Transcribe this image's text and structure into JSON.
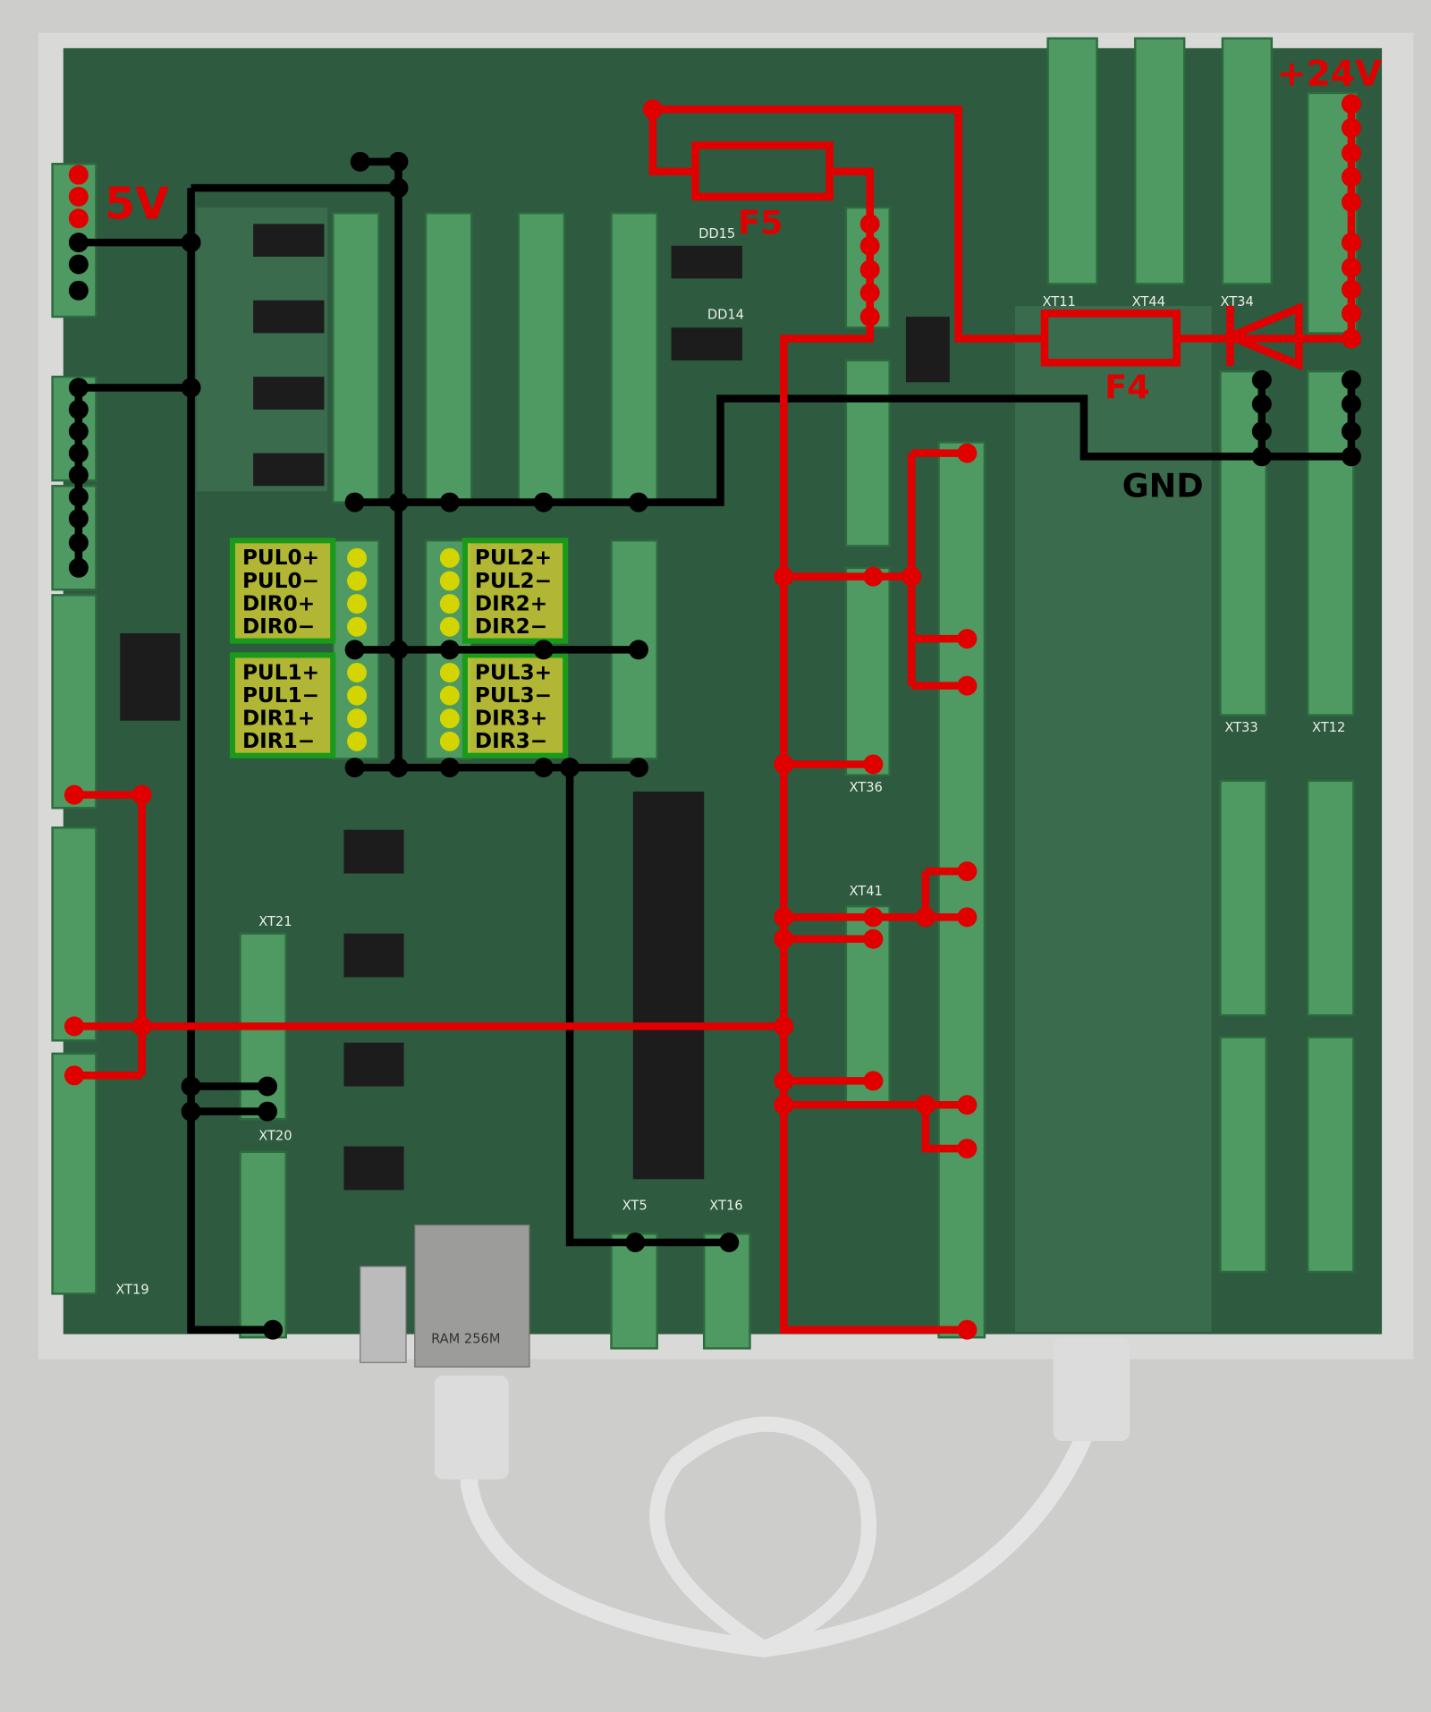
{
  "annotations": {
    "supply_5v": "5V",
    "supply_24v": "+24V",
    "fuse_f5": "F5",
    "fuse_f4": "F4",
    "ground": "GND"
  },
  "axis_groups": [
    {
      "pins": [
        "PUL0+",
        "PUL0−",
        "DIR0+",
        "DIR0−"
      ]
    },
    {
      "pins": [
        "PUL1+",
        "PUL1−",
        "DIR1+",
        "DIR1−"
      ]
    },
    {
      "pins": [
        "PUL2+",
        "PUL2−",
        "DIR2+",
        "DIR2−"
      ]
    },
    {
      "pins": [
        "PUL3+",
        "PUL3−",
        "DIR3+",
        "DIR3−"
      ]
    }
  ],
  "board_labels": {
    "xt11": "XT11",
    "xt44": "XT44",
    "xt34": "XT34",
    "xt33": "XT33",
    "xt12": "XT12",
    "xt21": "XT21",
    "xt20": "XT20",
    "xt19": "XT19",
    "xt5": "XT5",
    "xt16": "XT16",
    "xt36": "XT36",
    "xt41": "XT41",
    "dd15": "DD15",
    "dd14": "DD14",
    "ram": "RAM 256M"
  },
  "colors": {
    "wire_power": "#e00000",
    "wire_ground": "#000000",
    "highlight": "#c8c832",
    "highlight_border": "#1a9a1a",
    "pcb": "#2e5a3f"
  }
}
